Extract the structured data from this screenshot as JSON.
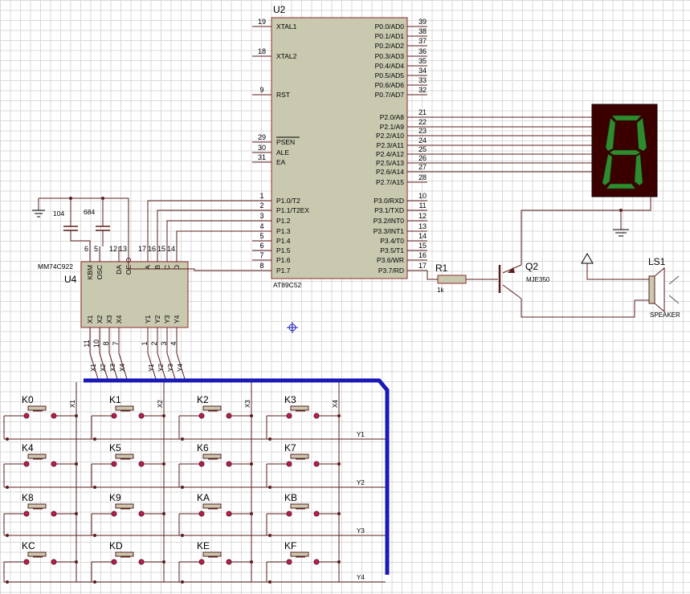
{
  "u2": {
    "ref": "U2",
    "part": "AT89C52",
    "left_pins": [
      {
        "num": "19",
        "name": "XTAL1"
      },
      {
        "num": "18",
        "name": "XTAL2"
      },
      {
        "num": "9",
        "name": "RST"
      },
      {
        "num": "29",
        "name": "PSEN"
      },
      {
        "num": "30",
        "name": "ALE"
      },
      {
        "num": "31",
        "name": "EA"
      },
      {
        "num": "1",
        "name": "P1.0/T2"
      },
      {
        "num": "2",
        "name": "P1.1/T2EX"
      },
      {
        "num": "3",
        "name": "P1.2"
      },
      {
        "num": "4",
        "name": "P1.3"
      },
      {
        "num": "5",
        "name": "P1.4"
      },
      {
        "num": "6",
        "name": "P1.5"
      },
      {
        "num": "7",
        "name": "P1.6"
      },
      {
        "num": "8",
        "name": "P1.7"
      }
    ],
    "right_pins": [
      {
        "num": "39",
        "name": "P0.0/AD0"
      },
      {
        "num": "38",
        "name": "P0.1/AD1"
      },
      {
        "num": "37",
        "name": "P0.2/AD2"
      },
      {
        "num": "36",
        "name": "P0.3/AD3"
      },
      {
        "num": "35",
        "name": "P0.4/AD4"
      },
      {
        "num": "34",
        "name": "P0.5/AD5"
      },
      {
        "num": "33",
        "name": "P0.6/AD6"
      },
      {
        "num": "32",
        "name": "P0.7/AD7"
      },
      {
        "num": "21",
        "name": "P2.0/A8"
      },
      {
        "num": "22",
        "name": "P2.1/A9"
      },
      {
        "num": "23",
        "name": "P2.2/A10"
      },
      {
        "num": "24",
        "name": "P2.3/A11"
      },
      {
        "num": "25",
        "name": "P2.4/A12"
      },
      {
        "num": "26",
        "name": "P2.5/A13"
      },
      {
        "num": "27",
        "name": "P2.6/A14"
      },
      {
        "num": "28",
        "name": "P2.7/A15"
      },
      {
        "num": "10",
        "name": "P3.0/RXD"
      },
      {
        "num": "11",
        "name": "P3.1/TXD"
      },
      {
        "num": "12",
        "name": "P3.2/INT0"
      },
      {
        "num": "13",
        "name": "P3.3/INT1"
      },
      {
        "num": "14",
        "name": "P3.4/T0"
      },
      {
        "num": "15",
        "name": "P3.5/T1"
      },
      {
        "num": "16",
        "name": "P3.6/WR"
      },
      {
        "num": "17",
        "name": "P3.7/RD"
      }
    ]
  },
  "u4": {
    "ref": "U4",
    "part": "MM74C922",
    "top_pins": [
      {
        "num": "6",
        "name": "KBM"
      },
      {
        "num": "5",
        "name": "OSC"
      },
      {
        "num": "12",
        "name": "DA"
      },
      {
        "num": "13",
        "name": "OE"
      },
      {
        "num": "17",
        "name": "A"
      },
      {
        "num": "16",
        "name": "B"
      },
      {
        "num": "15",
        "name": "C"
      },
      {
        "num": "14",
        "name": "D"
      }
    ],
    "bottom_pins": [
      {
        "num": "11",
        "name": "X1"
      },
      {
        "num": "10",
        "name": "X2"
      },
      {
        "num": "8",
        "name": "X3"
      },
      {
        "num": "7",
        "name": "X4"
      },
      {
        "num": "1",
        "name": "Y1"
      },
      {
        "num": "2",
        "name": "Y2"
      },
      {
        "num": "3",
        "name": "Y3"
      },
      {
        "num": "4",
        "name": "Y4"
      }
    ]
  },
  "caps": [
    {
      "value": "104"
    },
    {
      "value": "684"
    }
  ],
  "r1": {
    "ref": "R1",
    "value": "1k"
  },
  "q2": {
    "ref": "Q2",
    "part": "MJE350"
  },
  "ls1": {
    "ref": "LS1",
    "part": "SPEAKER"
  },
  "display": {
    "digit": "8"
  },
  "bus": {
    "columns": [
      "X1",
      "X2",
      "X3",
      "X4"
    ],
    "rows": [
      "Y1",
      "Y2",
      "Y3",
      "Y4"
    ]
  },
  "keys": [
    "K0",
    "K1",
    "K2",
    "K3",
    "K4",
    "K5",
    "K6",
    "K7",
    "K8",
    "K9",
    "KA",
    "KB",
    "KC",
    "KD",
    "KE",
    "KF"
  ],
  "colors": {
    "wire": "#5b1d1d",
    "chip_body": "#c9c9b0",
    "bus": "#1a1ab8",
    "display_bg": "#3a0000",
    "segment_on": "#2e8b2e",
    "terminal": "#c2185b"
  }
}
